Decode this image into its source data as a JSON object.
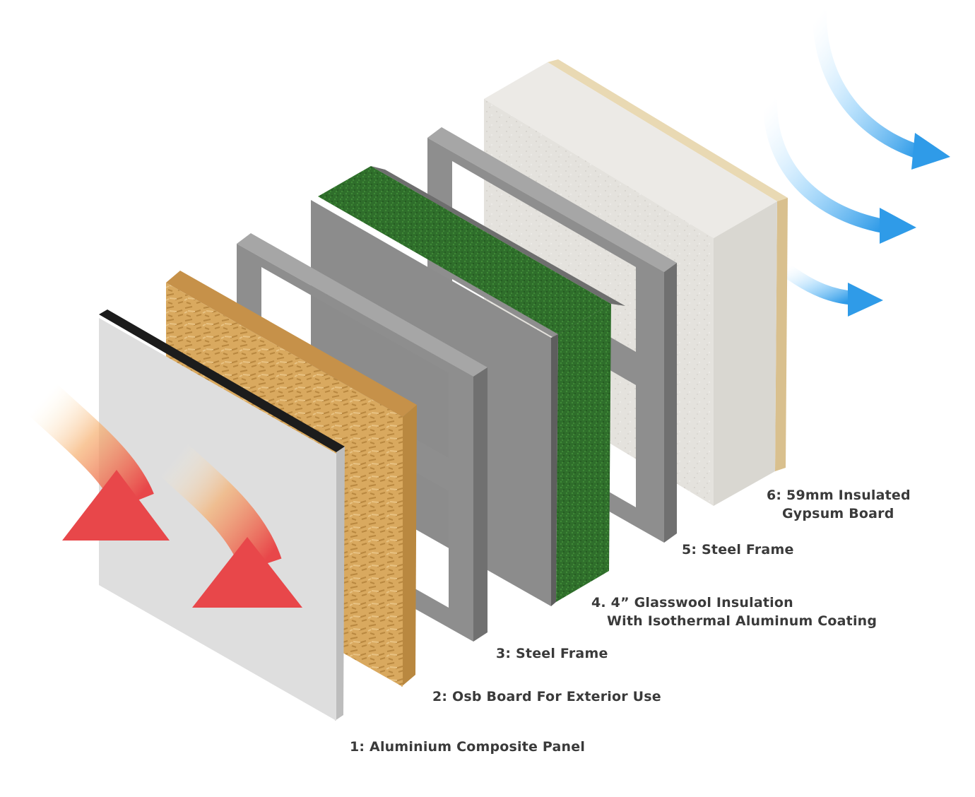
{
  "layers": [
    {
      "id": "layer-1",
      "label": "1: Aluminium Composite Panel"
    },
    {
      "id": "layer-2",
      "label": "2: Osb Board For Exterior Use"
    },
    {
      "id": "layer-3",
      "label": "3: Steel Frame"
    },
    {
      "id": "layer-4",
      "label_line1": "4. 4” Glasswool Insulation",
      "label_line2": "With Isothermal Aluminum Coating"
    },
    {
      "id": "layer-5",
      "label": "5: Steel Frame"
    },
    {
      "id": "layer-6",
      "label_line1": "6: 59mm Insulated",
      "label_line2": "Gypsum Board"
    }
  ],
  "colors": {
    "heat_arrow": "#e8474a",
    "cool_arrow": "#2f9be8",
    "aluminium_face": "#dedede",
    "osb": "#d6a65c",
    "steel": "#8c8c8c",
    "glasswool": "#2f6e2b",
    "gypsum": "#e3e1dc",
    "label_text": "#3a3a3a"
  }
}
